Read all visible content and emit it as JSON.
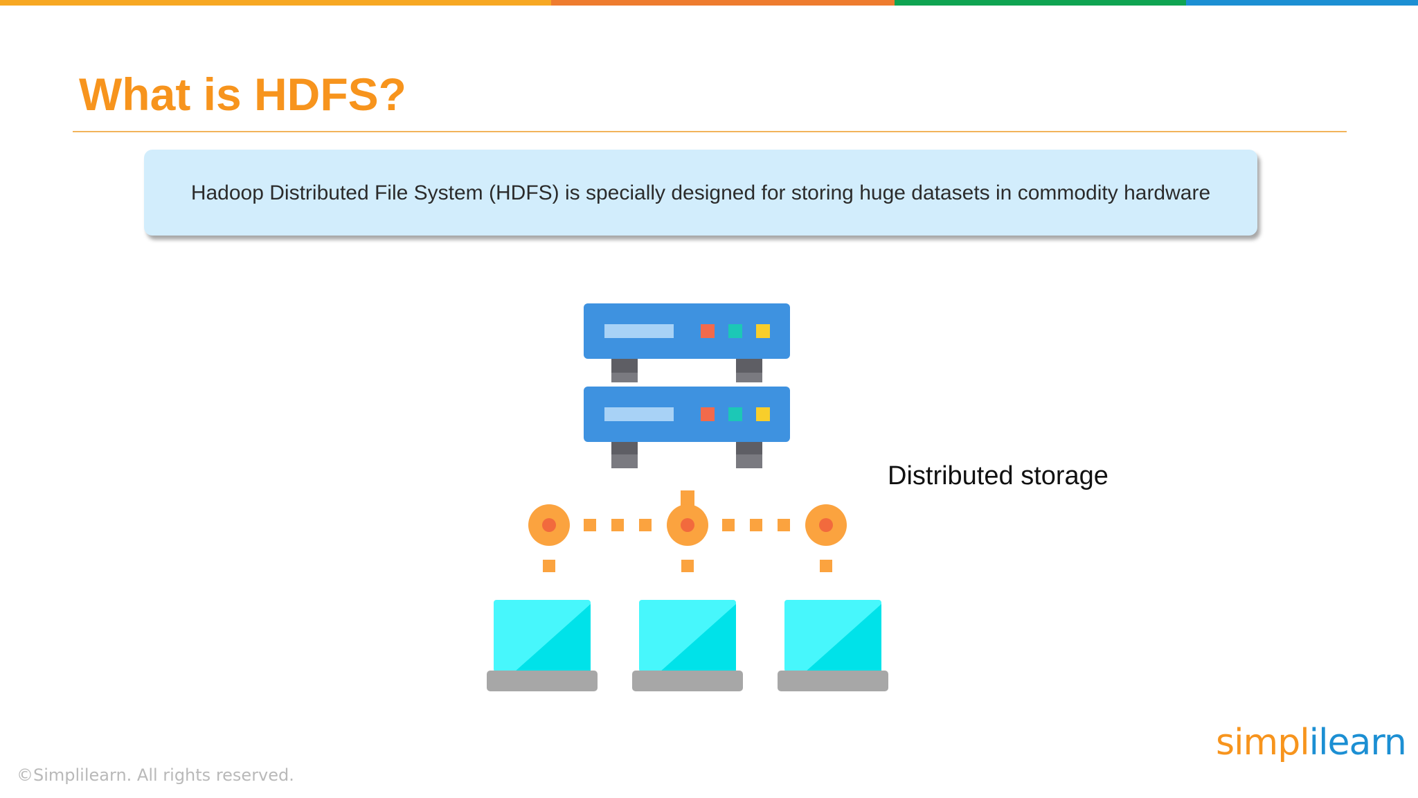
{
  "slide": {
    "title": "What is HDFS?",
    "definition": "Hadoop Distributed File System (HDFS) is specially designed for storing huge datasets in commodity hardware",
    "diagram_label": "Distributed storage",
    "copyright": "©Simplilearn. All rights reserved."
  },
  "brand": {
    "logo_part1": "simpl",
    "logo_part2": "ilearn",
    "colors": {
      "orange": "#F7941D",
      "blue": "#1C8FD3",
      "top_bar": [
        "#F7A823",
        "#EE7C2F",
        "#0FA452",
        "#1C8FD3"
      ]
    }
  },
  "diagram": {
    "icons": [
      "server-rack-icon",
      "network-node-icon",
      "laptop-icon"
    ],
    "server_units": 2,
    "network_nodes": 3,
    "laptops": 3,
    "colors": {
      "server": "#3E92E0",
      "server_slot": "#A8D2F6",
      "led_red": "#F26A4B",
      "led_teal": "#1CC8B6",
      "led_yellow": "#F8CE2B",
      "node": "#FBA33F",
      "node_center": "#F26A3D",
      "screen_light": "#47F7FC",
      "screen_dark": "#00E2E9",
      "laptop_base": "#A7A7A7"
    }
  }
}
